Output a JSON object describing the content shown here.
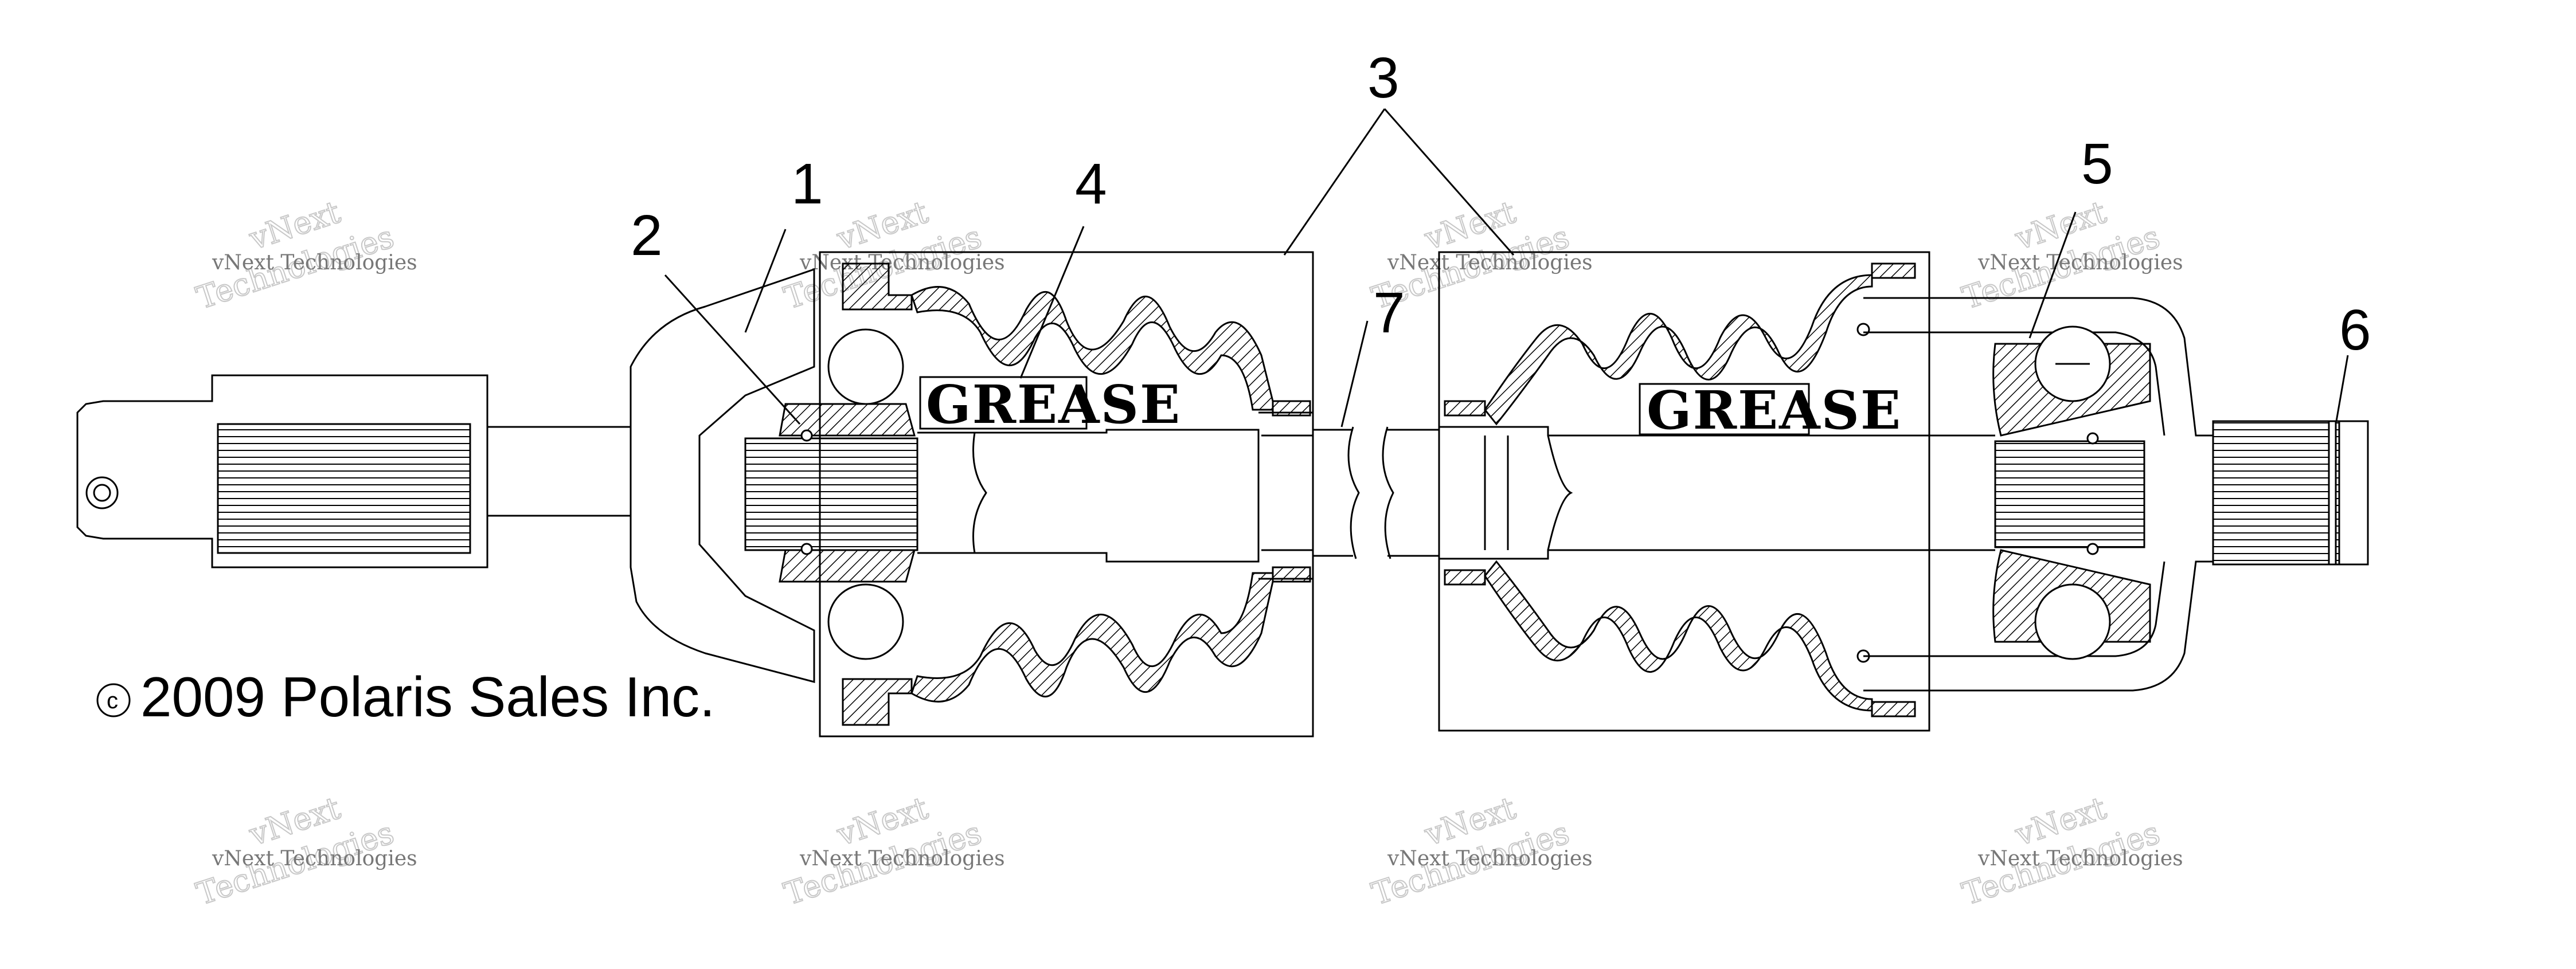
{
  "callouts": {
    "c1": "1",
    "c2": "2",
    "c3": "3",
    "c4": "4",
    "c5": "5",
    "c6": "6",
    "c7": "7"
  },
  "grease_labels": {
    "left": "GREASE",
    "right": "GREASE"
  },
  "copyright": {
    "symbol": "c",
    "text": "2009 Polaris Sales Inc."
  },
  "watermark": {
    "line1": "vNext Technologies",
    "line2": "vNext Technologies"
  }
}
